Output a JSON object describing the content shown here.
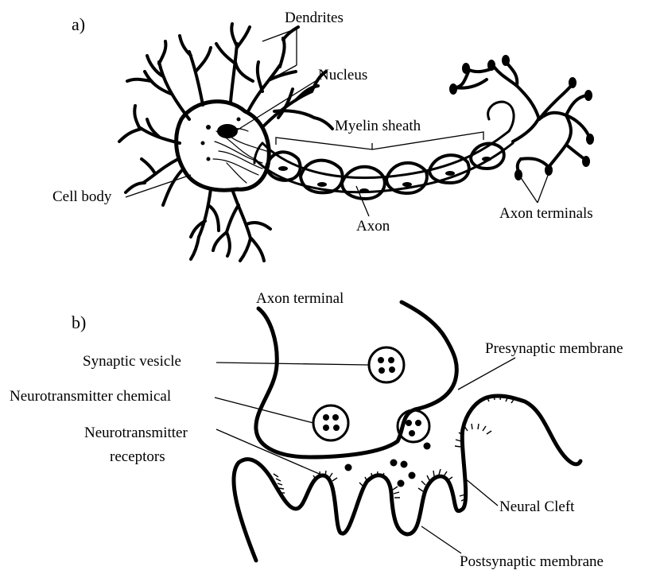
{
  "panels": {
    "a": "a)",
    "b": "b)"
  },
  "labels_a": {
    "dendrites": "Dendrites",
    "nucleus": "Nucleus",
    "myelin_sheath": "Myelin sheath",
    "cell_body": "Cell body",
    "axon": "Axon",
    "axon_terminals": "Axon terminals"
  },
  "labels_b": {
    "axon_terminal": "Axon terminal",
    "synaptic_vesicle": "Synaptic vesicle",
    "presynaptic_membrane": "Presynaptic membrane",
    "neurotransmitter_chemical": "Neurotransmitter chemical",
    "receptors_line1": "Neurotransmitter",
    "receptors_line2": "receptors",
    "neural_cleft": "Neural Cleft",
    "postsynaptic_membrane": "Postsynaptic membrane"
  }
}
